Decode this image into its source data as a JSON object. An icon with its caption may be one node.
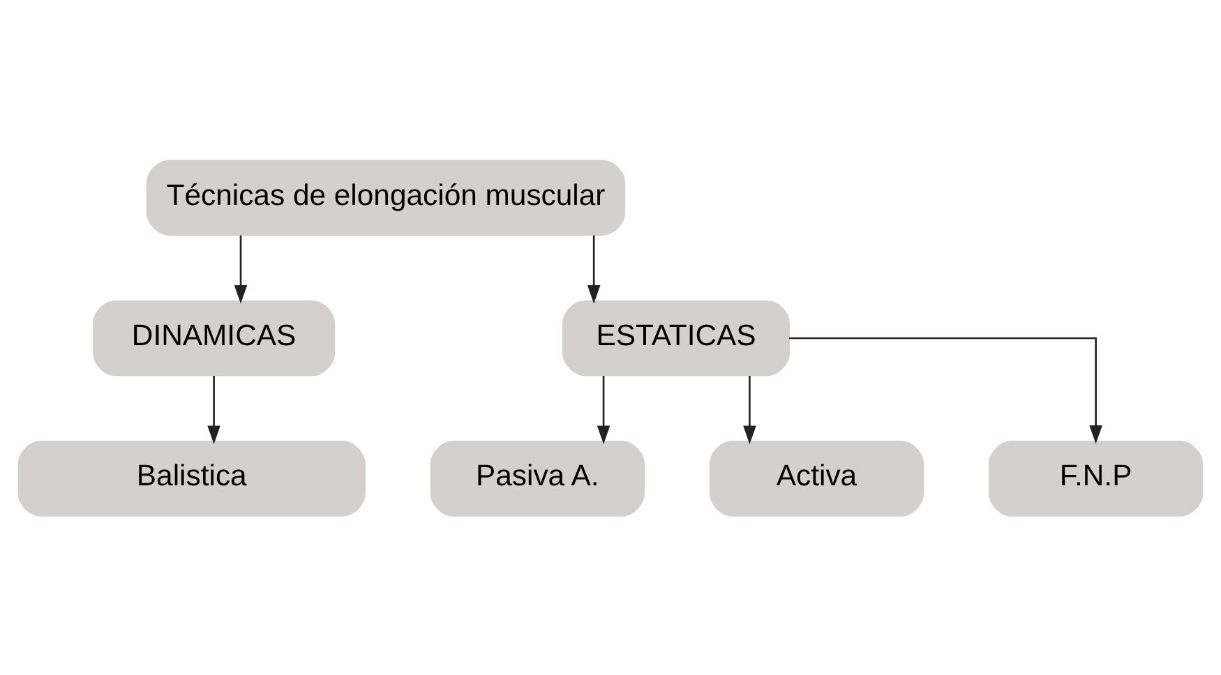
{
  "diagram": {
    "nodes": [
      {
        "text": [
          "Técnicas de elongación muscular"
        ]
      },
      {
        "text": [
          "DINAMICAS"
        ]
      },
      {
        "text": [
          "ESTATICAS"
        ]
      },
      {
        "text": [
          "Balistica"
        ]
      },
      {
        "text": [
          "Pasiva A."
        ]
      },
      {
        "text": [
          "Activa"
        ]
      },
      {
        "text": [
          "F.N.P"
        ]
      }
    ],
    "edges": [
      {
        "from": 0,
        "to": 1,
        "arrow": "to"
      },
      {
        "from": 0,
        "to": 2,
        "arrow": "to"
      },
      {
        "from": 1,
        "to": 3,
        "arrow": "to"
      },
      {
        "from": 2,
        "to": 4,
        "arrow": "to"
      },
      {
        "from": 2,
        "to": 5,
        "arrow": "to"
      },
      {
        "from": 2,
        "to": 6,
        "arrow": "to"
      }
    ]
  }
}
